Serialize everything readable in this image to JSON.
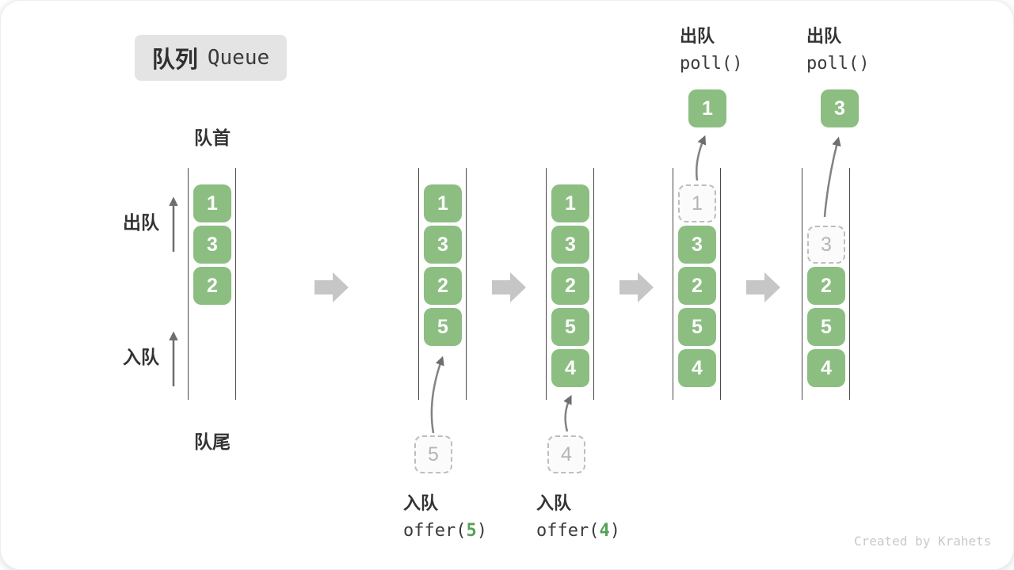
{
  "title": {
    "zh": "队列",
    "en": "Queue"
  },
  "side_labels": {
    "front": "队首",
    "rear": "队尾",
    "dequeue": "出队",
    "enqueue": "入队"
  },
  "colors": {
    "cell_green": "#8CBE82",
    "accent_green": "#55A155",
    "wall_gray": "#4a4a4a",
    "block_arrow_gray": "#c6c6c6",
    "curve_arrow_gray": "#828282",
    "ghost_gray": "#b5b5b5",
    "badge_bg": "#e4e4e4"
  },
  "states": [
    {
      "cells": [
        "1",
        "3",
        "2"
      ]
    },
    {
      "cells": [
        "1",
        "3",
        "2",
        "5"
      ],
      "staged": "5"
    },
    {
      "cells": [
        "1",
        "3",
        "2",
        "5",
        "4"
      ],
      "staged": "4"
    },
    {
      "cells": [
        "3",
        "2",
        "5",
        "4"
      ],
      "ghost": "1",
      "popped": "1"
    },
    {
      "cells": [
        "2",
        "5",
        "4"
      ],
      "ghost": "3",
      "popped": "3"
    }
  ],
  "captions": {
    "enqueue5": {
      "op": "入队",
      "fn_prefix": "offer(",
      "arg": "5",
      "fn_suffix": ")"
    },
    "enqueue4": {
      "op": "入队",
      "fn_prefix": "offer(",
      "arg": "4",
      "fn_suffix": ")"
    },
    "poll1": {
      "op": "出队",
      "fn": "poll()"
    },
    "poll2": {
      "op": "出队",
      "fn": "poll()"
    }
  },
  "watermark": "Created by Krahets"
}
